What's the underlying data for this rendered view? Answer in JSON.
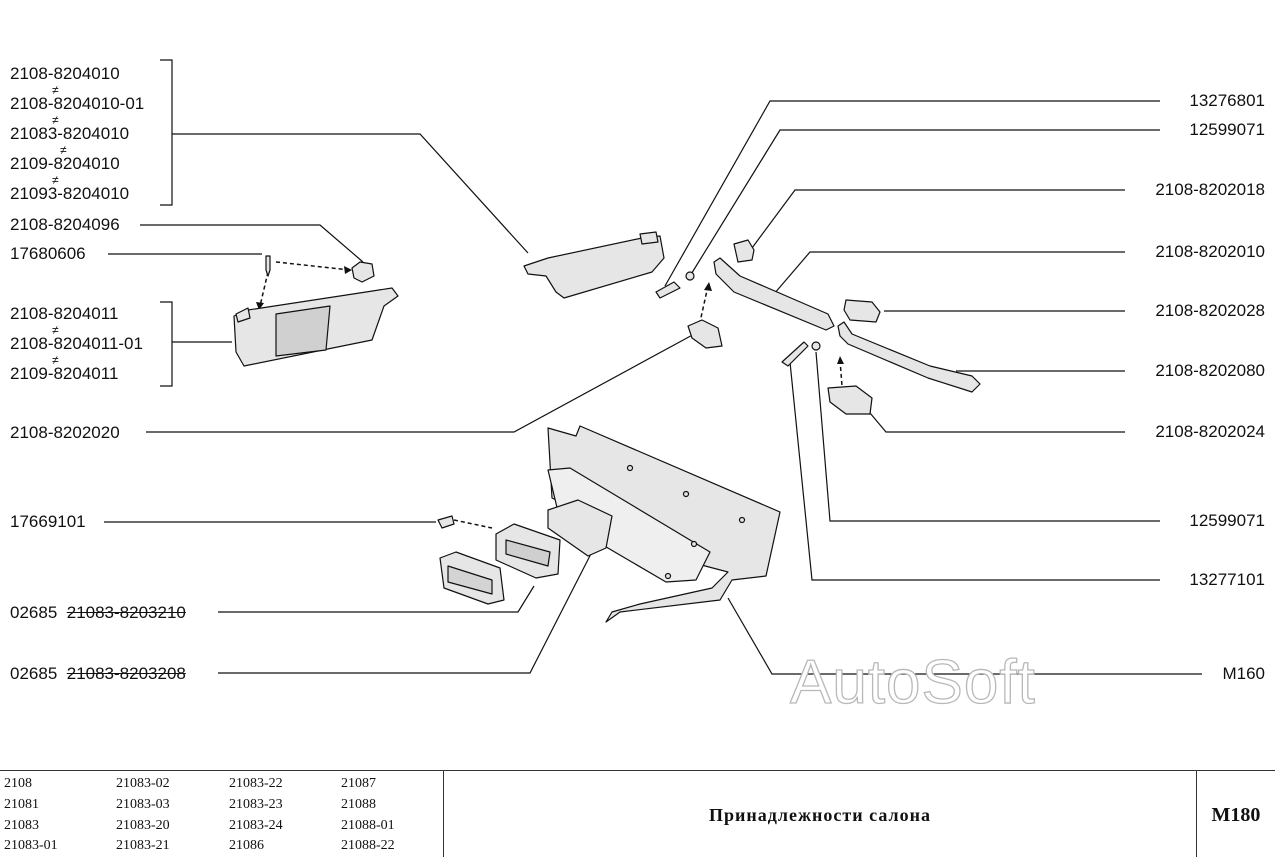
{
  "labels_left": [
    {
      "id": "visor-2108",
      "text": "2108-8204010"
    },
    {
      "id": "visor-2108-01",
      "text": "2108-8204010-01"
    },
    {
      "id": "visor-21083",
      "text": "21083-8204010"
    },
    {
      "id": "visor-2109",
      "text": "2109-8204010"
    },
    {
      "id": "visor-21093",
      "text": "21093-8204010"
    },
    {
      "id": "holder",
      "text": "2108-8204096"
    },
    {
      "id": "screw-17680606",
      "text": "17680606"
    },
    {
      "id": "visor-right-2108",
      "text": "2108-8204011"
    },
    {
      "id": "visor-right-2108-01",
      "text": "2108-8204011-01"
    },
    {
      "id": "visor-right-2109",
      "text": "2109-8204011"
    },
    {
      "id": "bracket-2108-8202020",
      "text": "2108-8202020"
    },
    {
      "id": "screw-17669101",
      "text": "17669101"
    }
  ],
  "labels_left_struck": [
    {
      "id": "ashtray-outer",
      "prefix": "02685",
      "text": "21083-8203210"
    },
    {
      "id": "ashtray-inner",
      "prefix": "02685",
      "text": "21083-8203208"
    }
  ],
  "labels_right": [
    {
      "id": "screw-13276801",
      "text": "13276801"
    },
    {
      "id": "nut-12599071-top",
      "text": "12599071"
    },
    {
      "id": "clip-2108-8202018",
      "text": "2108-8202018"
    },
    {
      "id": "handle-2108-8202010",
      "text": "2108-8202010"
    },
    {
      "id": "cover-2108-8202028",
      "text": "2108-8202028"
    },
    {
      "id": "handle-2108-8202080",
      "text": "2108-8202080"
    },
    {
      "id": "bracket-2108-8202024",
      "text": "2108-8202024"
    },
    {
      "id": "nut-12599071-bottom",
      "text": "12599071"
    },
    {
      "id": "screw-13277101",
      "text": "13277101"
    },
    {
      "id": "ref-m160",
      "text": "M160"
    }
  ],
  "watermark": "AutoSoft",
  "footer": {
    "models": [
      [
        "2108",
        "21081",
        "21083",
        "21083-01"
      ],
      [
        "21083-02",
        "21083-03",
        "21083-20",
        "21083-21"
      ],
      [
        "21083-22",
        "21083-23",
        "21083-24",
        "21086"
      ],
      [
        "21087",
        "21088",
        "21088-01",
        "21088-22"
      ]
    ],
    "title": "Принадлежности салона",
    "code": "M180"
  },
  "colors": {
    "line": "#111111",
    "part_fill": "#e6e6e6",
    "watermark_stroke": "#b8b8b8"
  }
}
